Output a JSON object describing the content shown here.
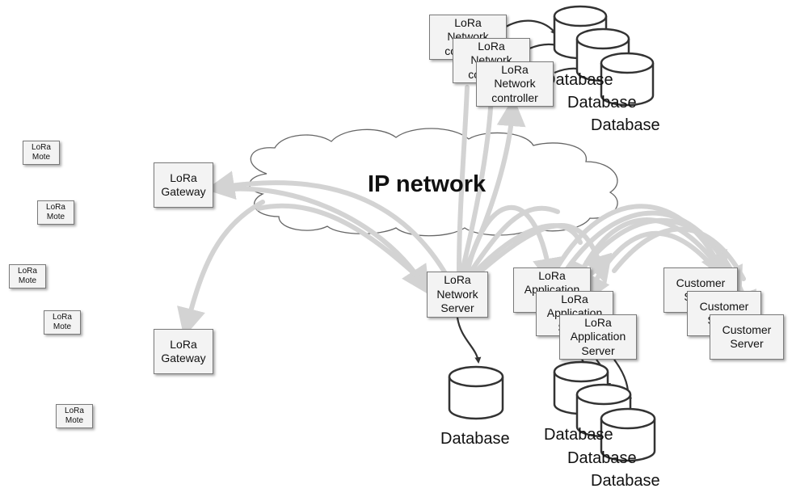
{
  "cloud": {
    "label": "IP network"
  },
  "motes": [
    {
      "line1": "LoRa",
      "line2": "Mote"
    },
    {
      "line1": "LoRa",
      "line2": "Mote"
    },
    {
      "line1": "LoRa",
      "line2": "Mote"
    },
    {
      "line1": "LoRa",
      "line2": "Mote"
    },
    {
      "line1": "LoRa",
      "line2": "Mote"
    }
  ],
  "gateways": [
    {
      "line1": "LoRa",
      "line2": "Gateway"
    },
    {
      "line1": "LoRa",
      "line2": "Gateway"
    }
  ],
  "network_controllers": [
    {
      "line1": "LoRa",
      "line2": "Network",
      "line3": "controller"
    },
    {
      "line1": "LoRa",
      "line2": "Network",
      "line3": "controller"
    },
    {
      "line1": "LoRa",
      "line2": "Network",
      "line3": "controller"
    }
  ],
  "network_server": {
    "line1": "LoRa",
    "line2": "Network",
    "line3": "Server"
  },
  "application_servers": [
    {
      "line1": "LoRa",
      "line2": "Application",
      "line3": "Server"
    },
    {
      "line1": "LoRa",
      "line2": "Application",
      "line3": "Server"
    },
    {
      "line1": "LoRa",
      "line2": "Application",
      "line3": "Server"
    }
  ],
  "customer_servers": [
    {
      "line1": "Customer",
      "line2": "Server"
    },
    {
      "line1": "Customer",
      "line2": "Server"
    },
    {
      "line1": "Customer",
      "line2": "Server"
    }
  ],
  "databases": {
    "label": "Database"
  },
  "colors": {
    "arrow_light": "#d3d3d3",
    "arrow_dark": "#333333",
    "box_fill": "#f3f3f3"
  }
}
